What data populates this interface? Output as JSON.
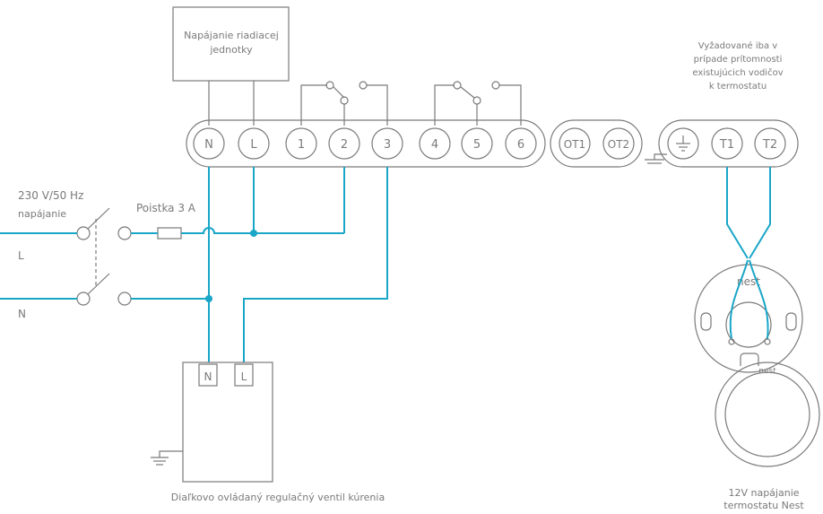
{
  "colors": {
    "wire": "#1aa6c7",
    "line": "#7a7a7a",
    "background": "#ffffff"
  },
  "supply_box": {
    "line1": "Napájanie riadiacej",
    "line2": "jednotky"
  },
  "terminal_strip": {
    "terminals": [
      "N",
      "L",
      "1",
      "2",
      "3",
      "4",
      "5",
      "6"
    ]
  },
  "ot_strip": {
    "terminals": [
      "OT1",
      "OT2"
    ]
  },
  "nest_strip": {
    "terminals": [
      "T1",
      "T2"
    ],
    "ground_icon": "ground-icon"
  },
  "note": {
    "line1": "Vyžadované iba v",
    "line2": "prípade prítomnosti",
    "line3": "existujúcich vodičov",
    "line4": "k termostatu"
  },
  "mains": {
    "voltage": "230 V/50 Hz",
    "label": "napájanie",
    "L": "L",
    "N": "N"
  },
  "fuse": {
    "label": "Poistka 3 A"
  },
  "valve": {
    "N": "N",
    "L": "L",
    "caption": "Diaľkovo ovládaný regulačný ventil kúrenia"
  },
  "nest": {
    "base_logo": "nest",
    "display_logo": "nest",
    "caption_line1": "12V napájanie",
    "caption_line2": "termostatu Nest"
  }
}
